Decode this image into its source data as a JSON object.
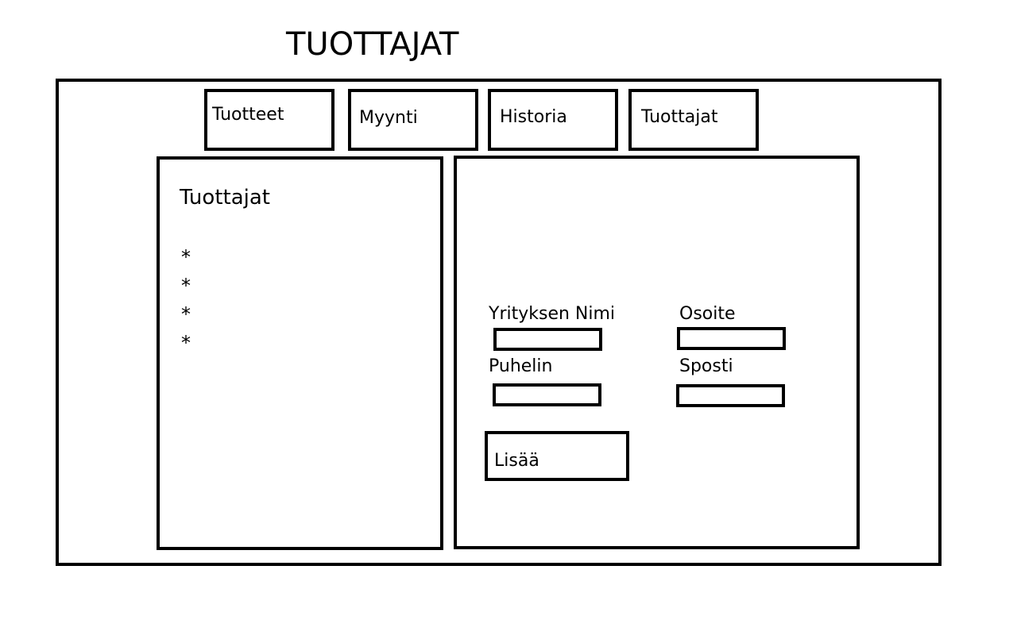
{
  "page": {
    "title": "TUOTTAJAT"
  },
  "tabs": [
    {
      "label": "Tuotteet"
    },
    {
      "label": "Myynti"
    },
    {
      "label": "Historia"
    },
    {
      "label": "Tuottajat"
    }
  ],
  "left_panel": {
    "title": "Tuottajat",
    "items": [
      "*",
      "*",
      "*",
      "*"
    ]
  },
  "form": {
    "company_name_label": "Yrityksen Nimi",
    "address_label": "Osoite",
    "phone_label": "Puhelin",
    "email_label": "Sposti",
    "company_name_value": "",
    "address_value": "",
    "phone_value": "",
    "email_value": "",
    "add_label": "Lisää"
  }
}
